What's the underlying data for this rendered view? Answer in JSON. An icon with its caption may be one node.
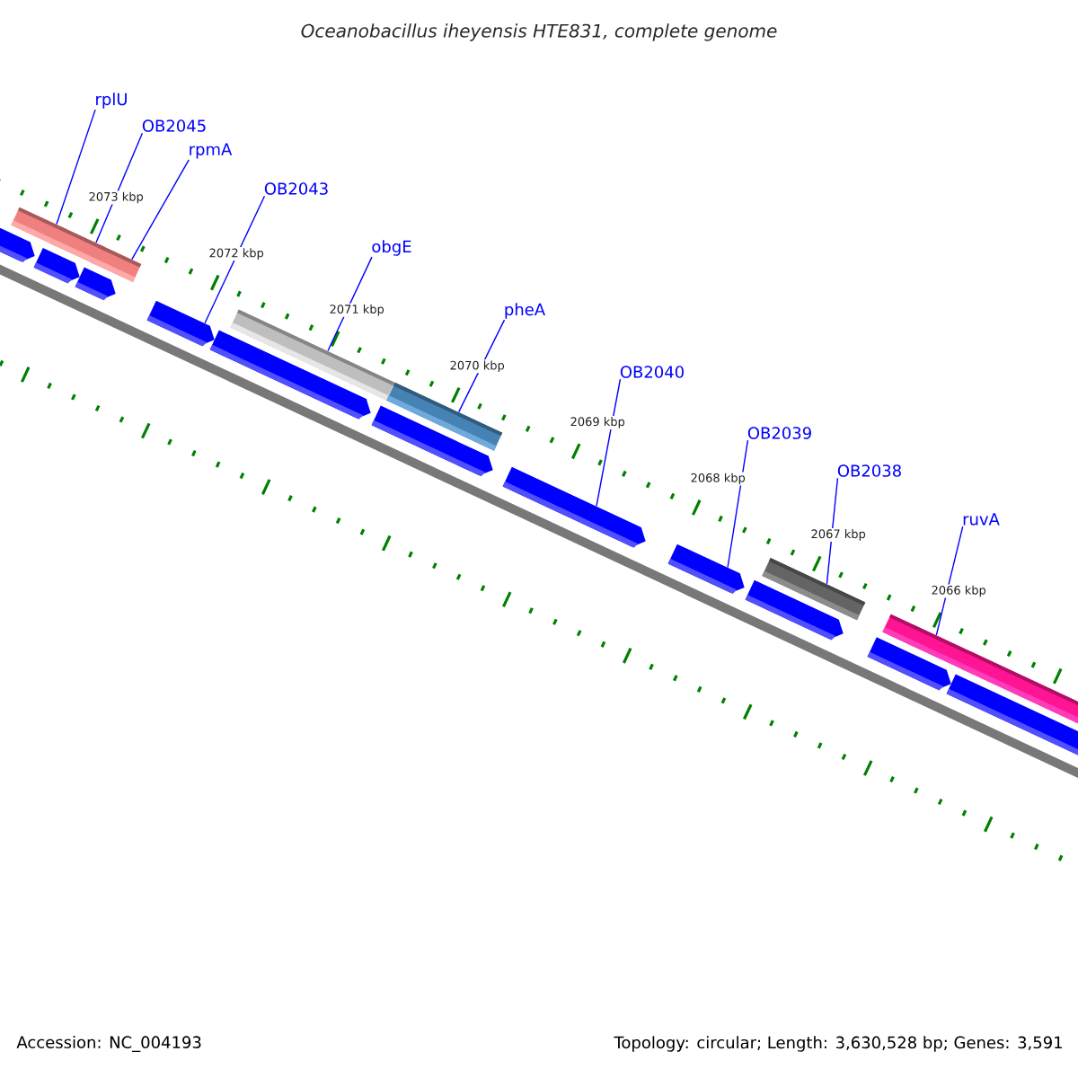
{
  "diagram": {
    "title": "Oceanobacillus iheyensis HTE831, complete genome",
    "nodes": [
      {
        "text": [
          "rplU"
        ]
      },
      {
        "text": [
          "OB2045"
        ]
      },
      {
        "text": [
          "rpmA"
        ]
      },
      {
        "text": [
          "OB2043"
        ]
      },
      {
        "text": [
          "obgE"
        ]
      },
      {
        "text": [
          "pheA"
        ]
      },
      {
        "text": [
          "OB2040"
        ]
      },
      {
        "text": [
          "OB2039"
        ]
      },
      {
        "text": [
          "OB2038"
        ]
      },
      {
        "text": [
          "ruvA"
        ]
      },
      {
        "text": [],
        "shape": "arrow"
      },
      {
        "text": [],
        "shape": "bar"
      },
      {
        "text": [],
        "shape": "arrow"
      },
      {
        "text": [],
        "shape": "bar"
      },
      {
        "text": [],
        "shape": "arrow"
      },
      {
        "text": [],
        "shape": "bar"
      },
      {
        "text": [],
        "shape": "arrow"
      },
      {
        "text": [],
        "shape": "arrow"
      },
      {
        "text": [],
        "shape": "bar"
      },
      {
        "text": [],
        "shape": "arrow"
      },
      {
        "text": [],
        "shape": "bar"
      },
      {
        "text": [],
        "shape": "arrow"
      },
      {
        "text": [],
        "shape": "arrow"
      },
      {
        "text": [],
        "shape": "arrow"
      },
      {
        "text": [],
        "shape": "bar"
      },
      {
        "text": [],
        "shape": "arrow"
      },
      {
        "text": [],
        "shape": "bar"
      },
      {
        "text": [],
        "shape": "arrow"
      },
      {
        "text": [],
        "shape": "bar"
      }
    ],
    "edges": [
      {
        "from": 0,
        "to": 11,
        "arrow": "none"
      },
      {
        "from": 1,
        "to": 13,
        "arrow": "none"
      },
      {
        "from": 2,
        "to": 15,
        "arrow": "none"
      },
      {
        "from": 3,
        "to": 16,
        "arrow": "none"
      },
      {
        "from": 4,
        "to": 18,
        "arrow": "none"
      },
      {
        "from": 5,
        "to": 20,
        "arrow": "none"
      },
      {
        "from": 6,
        "to": 21,
        "arrow": "none"
      },
      {
        "from": 7,
        "to": 22,
        "arrow": "none"
      },
      {
        "from": 8,
        "to": 24,
        "arrow": "none"
      },
      {
        "from": 9,
        "to": 26,
        "arrow": "none"
      }
    ],
    "labels": [
      "2073 kbp",
      "2072 kbp",
      "2071 kbp",
      "2070 kbp",
      "2069 kbp",
      "2068 kbp",
      "2067 kbp",
      "2066 kbp",
      "Accession: NC_004193",
      "Topology: circular; Length: 3,630,528 bp; Genes: 3,591"
    ]
  }
}
